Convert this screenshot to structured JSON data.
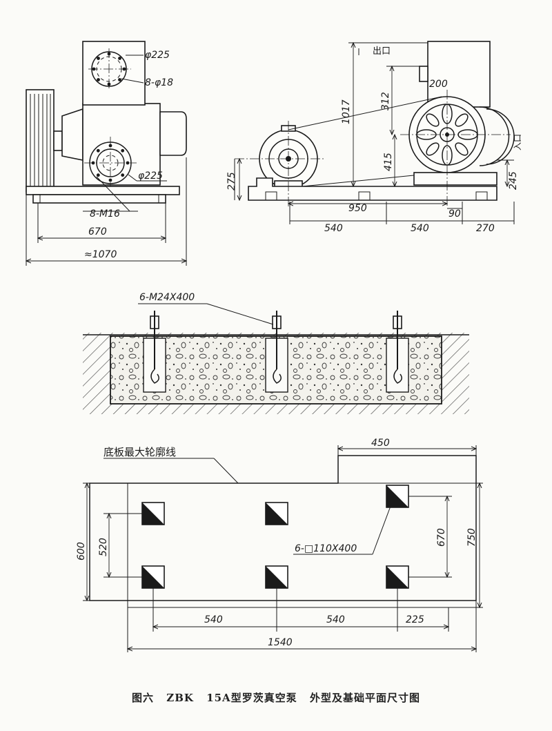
{
  "caption": {
    "figure": "图六",
    "model": "ZBK",
    "title": "15A型罗茨真空泵",
    "subtitle": "外型及基础平面尺寸图"
  },
  "front_view": {
    "flange_top": "φ225",
    "bolts_top": "8-φ18",
    "flange_bottom": "φ225",
    "bolts_bottom": "8-M16",
    "dim_670": "670",
    "dim_1070": "≈1070"
  },
  "side_view": {
    "outlet": "出口",
    "inlet": "入口",
    "dim_1017": "1017",
    "dim_312": "312",
    "dim_200": "200",
    "dim_415": "415",
    "dim_275": "275",
    "dim_245": "245",
    "dim_950": "950",
    "dim_90": "90",
    "dim_540a": "540",
    "dim_540b": "540",
    "dim_270": "270"
  },
  "foundation_section": {
    "anchor_bolts": "6-M24X400"
  },
  "foundation_plan": {
    "outline_label": "底板最大轮廓线",
    "holes": "6-□110X400",
    "dim_450": "450",
    "dim_600": "600",
    "dim_520": "520",
    "dim_670": "670",
    "dim_750": "750",
    "dim_540a": "540",
    "dim_540b": "540",
    "dim_225": "225",
    "dim_1540": "1540"
  }
}
